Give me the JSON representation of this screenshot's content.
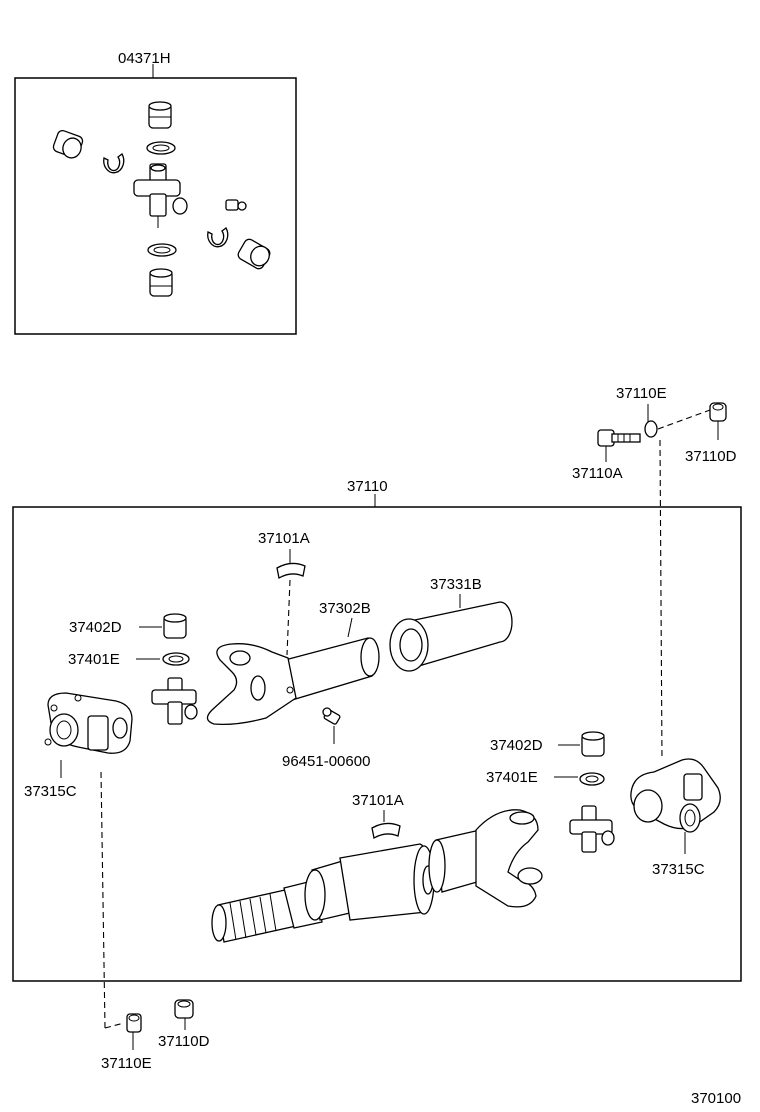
{
  "diagram": {
    "frame_number": "370100",
    "labels": {
      "kit_04371H": "04371H",
      "assy_37110": "37110",
      "p_37110E_top": "37110E",
      "p_37110A": "37110A",
      "p_37110D_top": "37110D",
      "p_37101A_top": "37101A",
      "p_37331B": "37331B",
      "p_37302B": "37302B",
      "p_37402D_left": "37402D",
      "p_37401E_left": "37401E",
      "p_37315C_left": "37315C",
      "p_96451": "96451-00600",
      "p_37402D_right": "37402D",
      "p_37401E_right": "37401E",
      "p_37101A_mid": "37101A",
      "p_37315C_right": "37315C",
      "p_37110E_bottom": "37110E",
      "p_37110D_bottom": "37110D"
    }
  }
}
